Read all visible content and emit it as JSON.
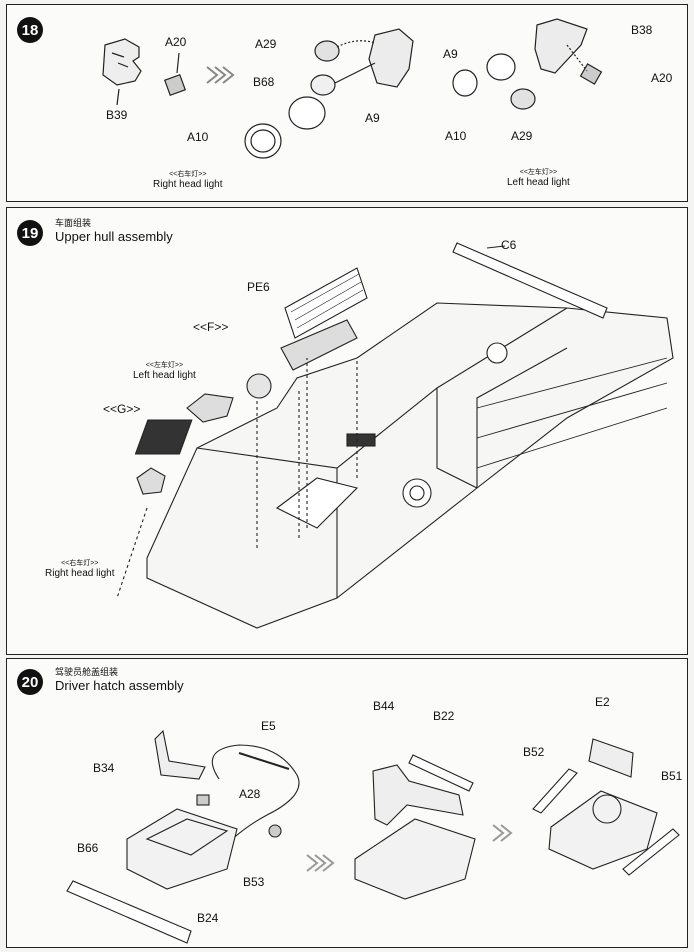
{
  "steps": [
    {
      "number": "18",
      "labels": [
        "A20",
        "B39",
        "A29",
        "B68",
        "A9",
        "A10"
      ],
      "caption_cn": "<<右车灯>>",
      "caption_en": "Right head light",
      "labels_right": [
        "B38",
        "A9",
        "A20",
        "A10",
        "A29"
      ],
      "caption_right_cn": "<<左车灯>>",
      "caption_right_en": "Left head light"
    },
    {
      "number": "19",
      "title_cn": "车面组装",
      "title_en": "Upper hull assembly",
      "labels": [
        "C6",
        "PE6",
        "<<F>>",
        "<<G>>"
      ],
      "left_light_cn": "<<左车灯>>",
      "left_light_en": "Left head light",
      "right_light_cn": "<<右车灯>>",
      "right_light_en": "Right head light"
    },
    {
      "number": "20",
      "title_cn": "驾驶员舱盖组装",
      "title_en": "Driver hatch assembly",
      "labels": [
        "E5",
        "B34",
        "A28",
        "B66",
        "B53",
        "B24",
        "B44",
        "B22",
        "E2",
        "B52",
        "B51"
      ]
    }
  ]
}
